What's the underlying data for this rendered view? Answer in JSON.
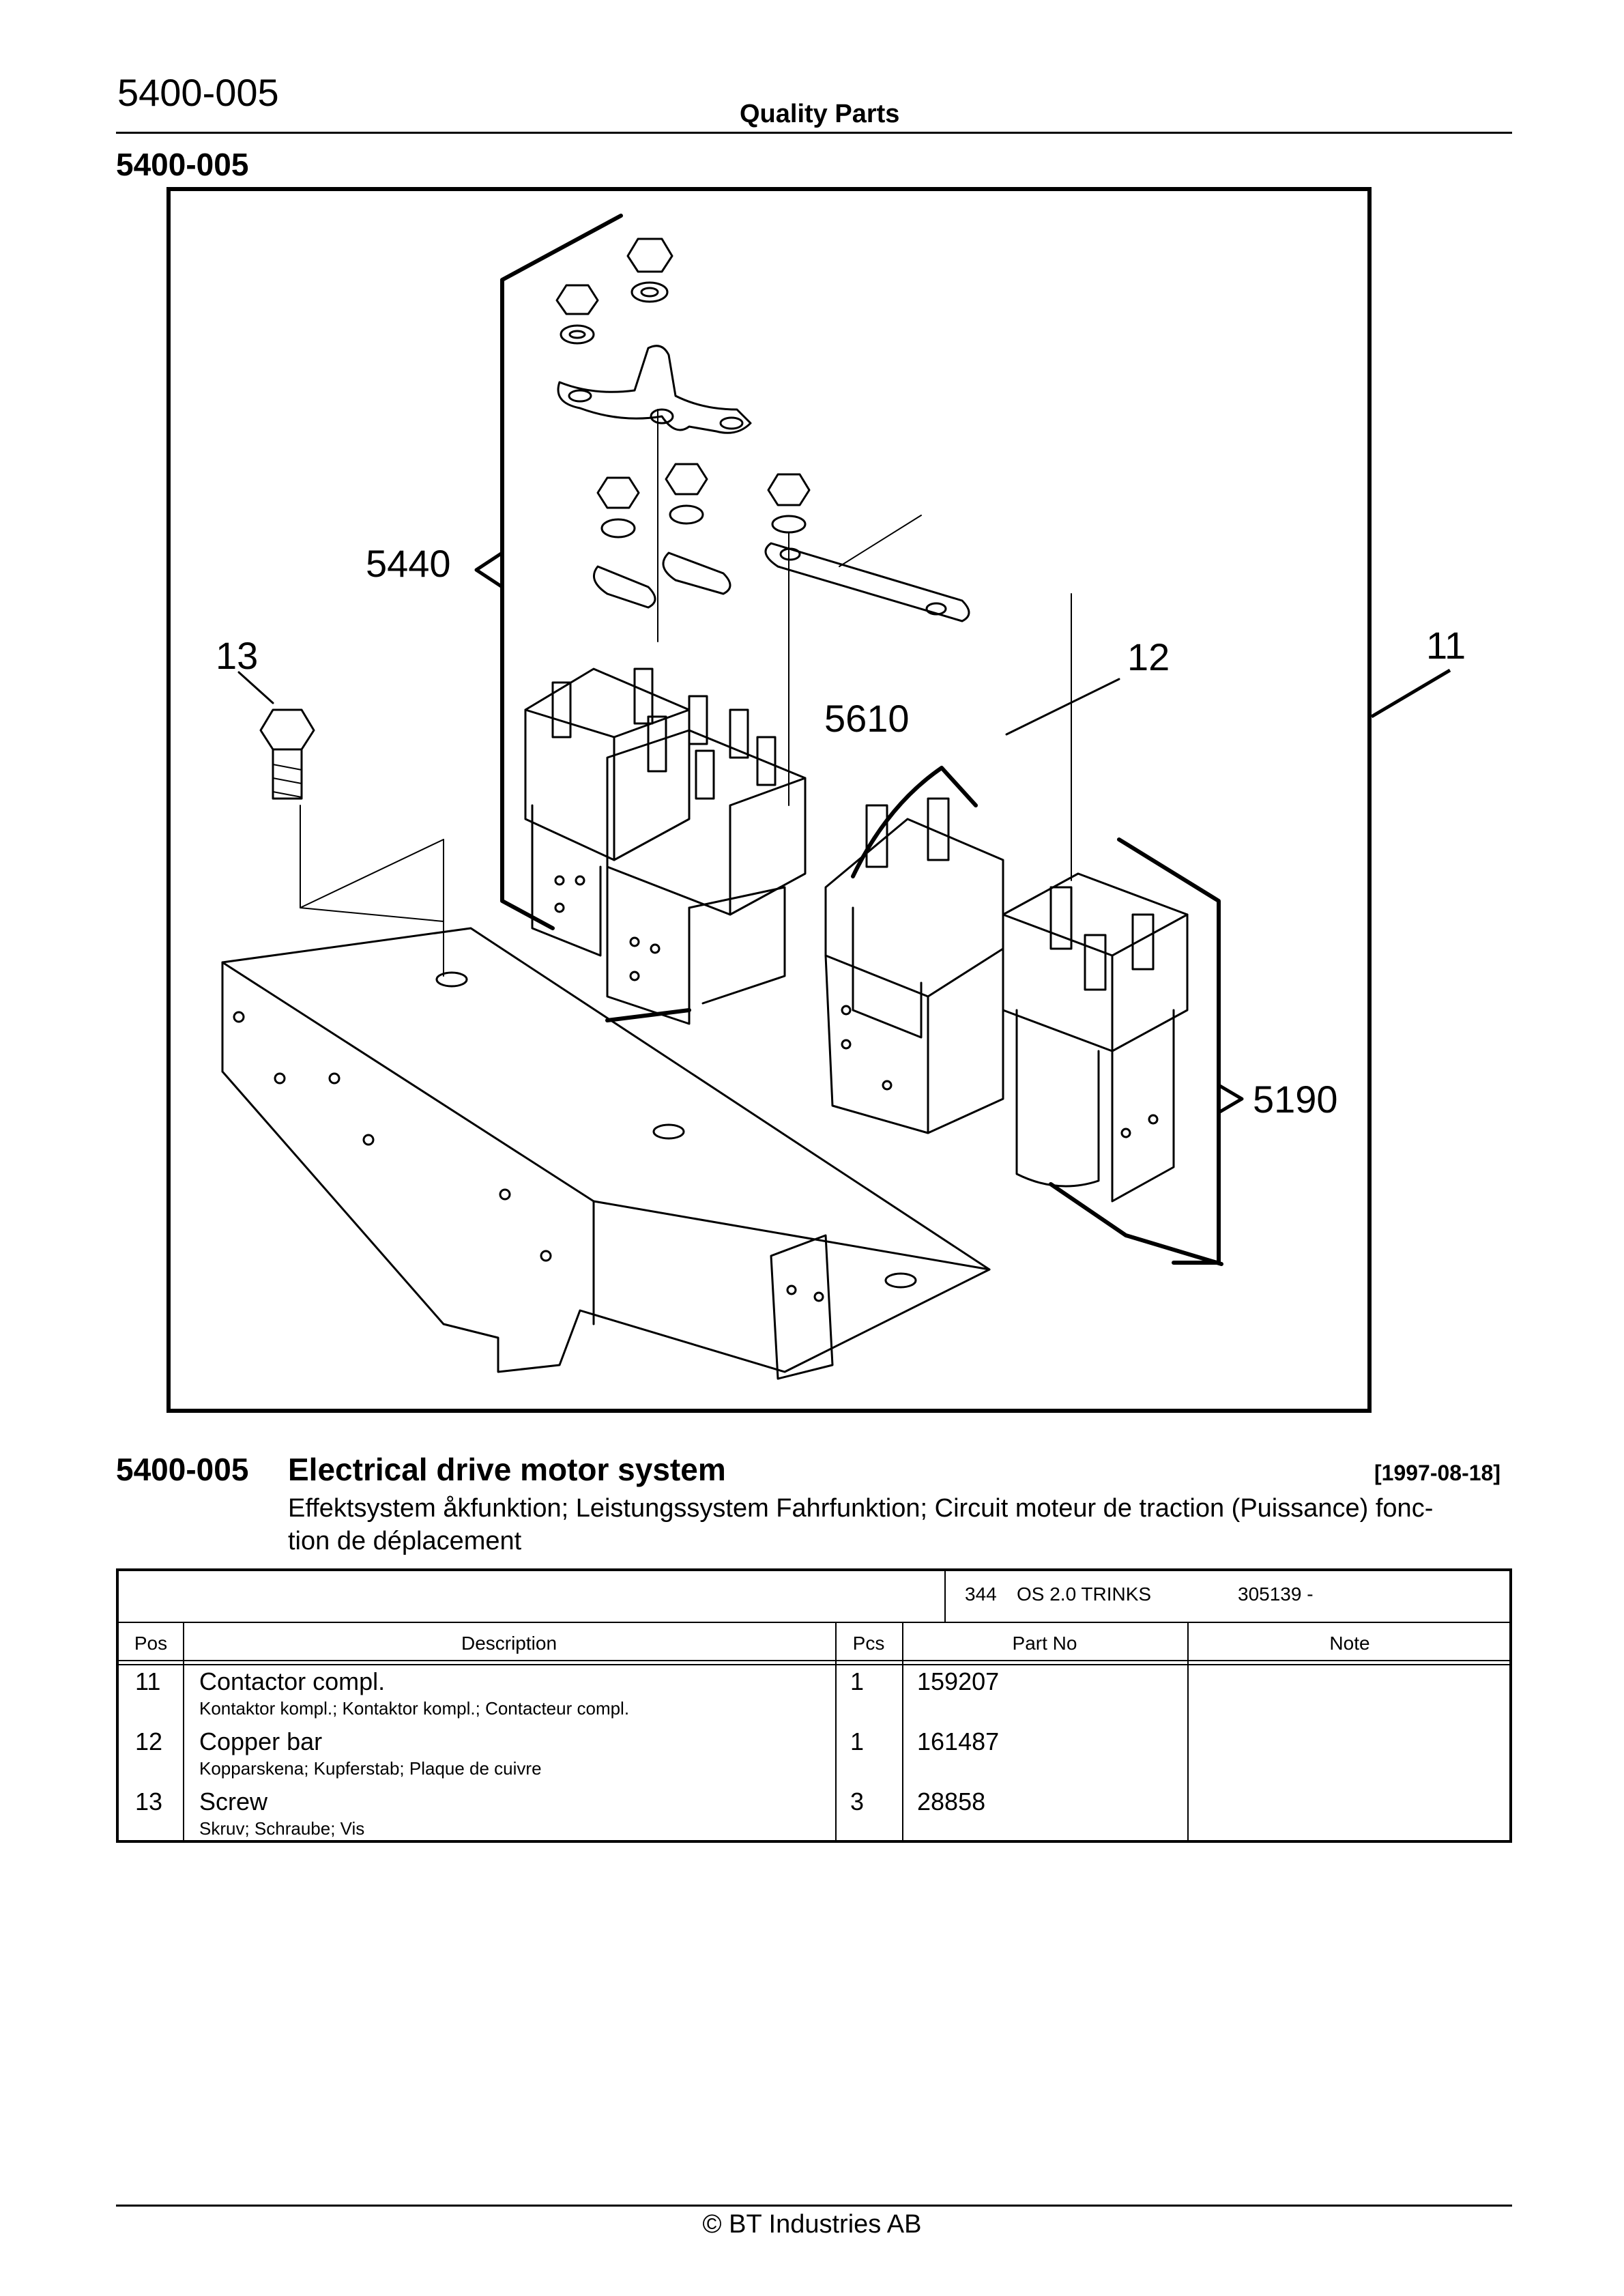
{
  "header": {
    "page_code": "5400-005",
    "title": "Quality Parts"
  },
  "section": {
    "code": "5400-005"
  },
  "figure": {
    "callouts": {
      "c5440": "5440",
      "c13": "13",
      "c12": "12",
      "c11": "11",
      "c5610": "5610",
      "c5190": "5190"
    }
  },
  "title_block": {
    "code": "5400-005",
    "title": "Electrical drive motor system",
    "date": "[1997-08-18]",
    "translations_line1": "Effektsystem åkfunktion; Leistungssystem Fahrfunktion; Circuit moteur de traction (Puissance) fonc-",
    "translations_line2": "tion de déplacement"
  },
  "table": {
    "model_number": "344",
    "model_name": "OS 2.0 TRINKS",
    "serial_range": "305139 -",
    "headers": {
      "pos": "Pos",
      "description": "Description",
      "pcs": "Pcs",
      "part_no": "Part No",
      "note": "Note"
    },
    "rows": [
      {
        "pos": "11",
        "description": "Contactor compl.",
        "translations": "Kontaktor kompl.; Kontaktor kompl.; Contacteur compl.",
        "pcs": "1",
        "part_no": "159207",
        "note": ""
      },
      {
        "pos": "12",
        "description": "Copper bar",
        "translations": "Kopparskena; Kupferstab; Plaque de cuivre",
        "pcs": "1",
        "part_no": "161487",
        "note": ""
      },
      {
        "pos": "13",
        "description": "Screw",
        "translations": "Skruv; Schraube; Vis",
        "pcs": "3",
        "part_no": "28858",
        "note": ""
      }
    ]
  },
  "footer": {
    "copyright": "© BT Industries AB"
  }
}
